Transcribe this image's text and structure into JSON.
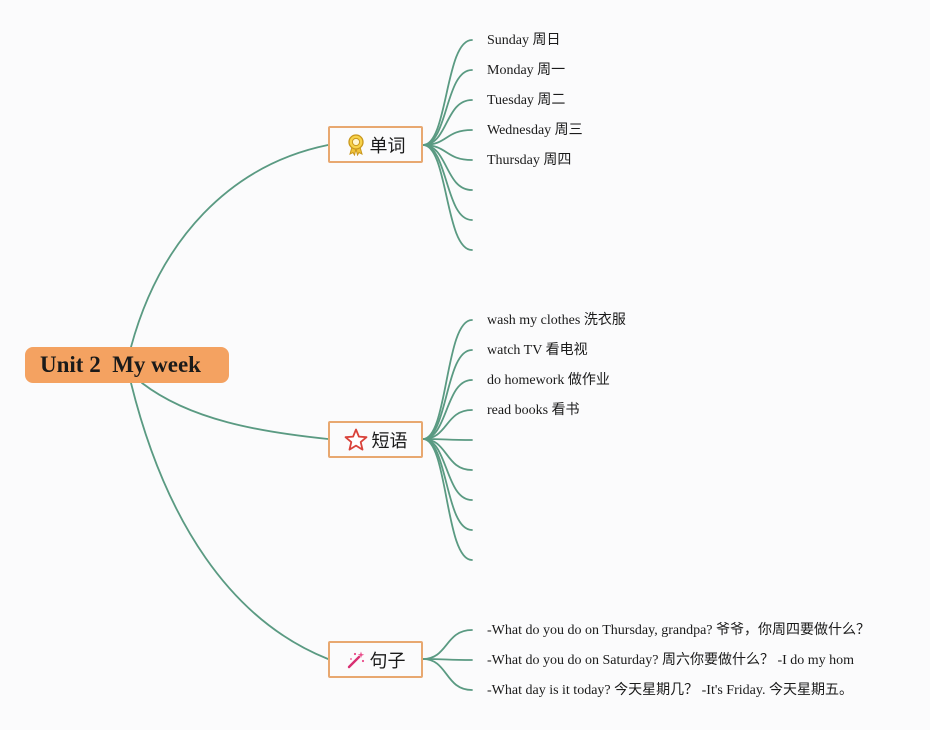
{
  "root": {
    "title": "Unit 2  My week"
  },
  "branches": [
    {
      "label": "单词",
      "icon": "award-ribbon-icon",
      "items": [
        "Sunday 周日",
        "Monday 周一",
        "Tuesday 周二",
        "Wednesday 周三",
        "Thursday 周四",
        "",
        "",
        ""
      ]
    },
    {
      "label": "短语",
      "icon": "star-icon",
      "items": [
        "wash my clothes 洗衣服",
        "watch TV 看电视",
        "do homework 做作业",
        "read books 看书",
        "",
        "",
        "",
        "",
        ""
      ]
    },
    {
      "label": "句子",
      "icon": "magic-wand-icon",
      "items": [
        "-What do you do on Thursday, grandpa? 爷爷，你周四要做什么？",
        "-What do you do on Saturday? 周六你要做什么？ -I do my hom",
        "-What day is it today? 今天星期几？ -It's Friday. 今天星期五。"
      ]
    }
  ],
  "colors": {
    "link": "#5a9a82",
    "root_fill": "#f4a261",
    "branch_border": "#e8a870"
  }
}
